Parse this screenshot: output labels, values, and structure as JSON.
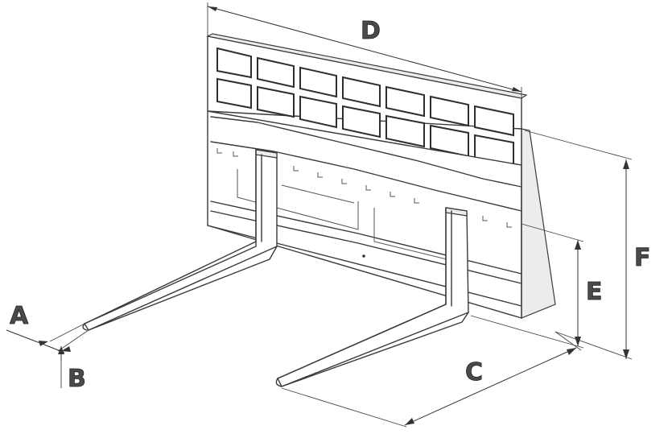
{
  "dimension_labels": {
    "a": "A",
    "b": "B",
    "c": "C",
    "d": "D",
    "e": "E",
    "f": "F"
  },
  "colors": {
    "line": "#3a3a3a",
    "label_fill": "#4a4a4a",
    "background": "#ffffff"
  }
}
